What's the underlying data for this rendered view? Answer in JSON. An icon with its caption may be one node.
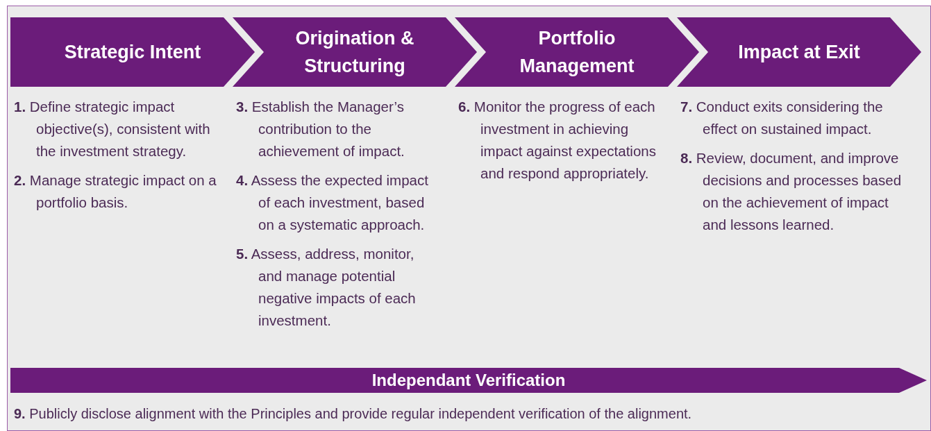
{
  "diagram": {
    "nodes": [
      {
        "text": [
          "Strategic Intent"
        ]
      },
      {
        "text": [
          "Origination & Structuring"
        ]
      },
      {
        "text": [
          "Portfolio Management"
        ]
      },
      {
        "text": [
          "Impact at Exit"
        ]
      },
      {
        "text": [
          "Independant Verification"
        ]
      }
    ],
    "labels": [
      "**1.** Define strategic impact objective(s), consistent with the investment strategy.",
      "**2.** Manage strategic impact on a portfolio basis.",
      "**3.** Establish the Manager’s contribution to the achievement of impact.",
      "**4.** Assess the expected impact of each investment, based on a systematic approach.",
      "**5.** Assess, address, monitor, and manage potential negative impacts of each investment.",
      "**6.** Monitor the progress of each investment in achieving impact against expectations and respond appropriately.",
      "**7.** Conduct exits considering the effect on sustained impact.",
      "**8.** Review, document, and improve decisions and processes based on the achievement of impact and lessons learned.",
      "**9.** Publicly disclose alignment with the Principles and provide regular independent verification of the alignment."
    ]
  }
}
